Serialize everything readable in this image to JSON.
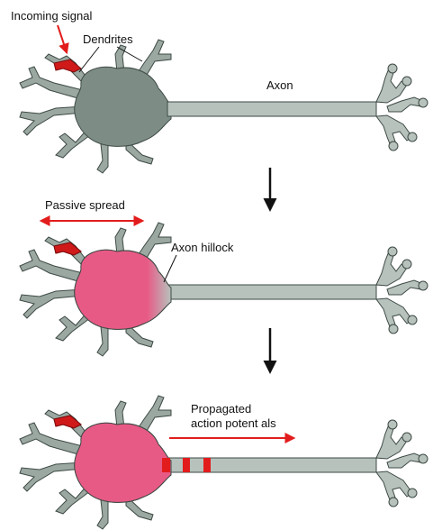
{
  "labels": {
    "incoming_signal": "Incoming signal",
    "dendrites": "Dendrites",
    "axon": "Axon",
    "passive_spread": "Passive spread",
    "axon_hillock": "Axon hillock",
    "propagated_line1": "Propagated",
    "propagated_line2": "action potent als"
  },
  "colors": {
    "neuron_body": "#7d8d86",
    "neuron_light": "#b7c2bd",
    "outline": "#3e4a45",
    "depolarized": "#e85a86",
    "synapse": "#d01a1a",
    "arrow_red": "#e21c1c",
    "arrow_black": "#111111"
  }
}
